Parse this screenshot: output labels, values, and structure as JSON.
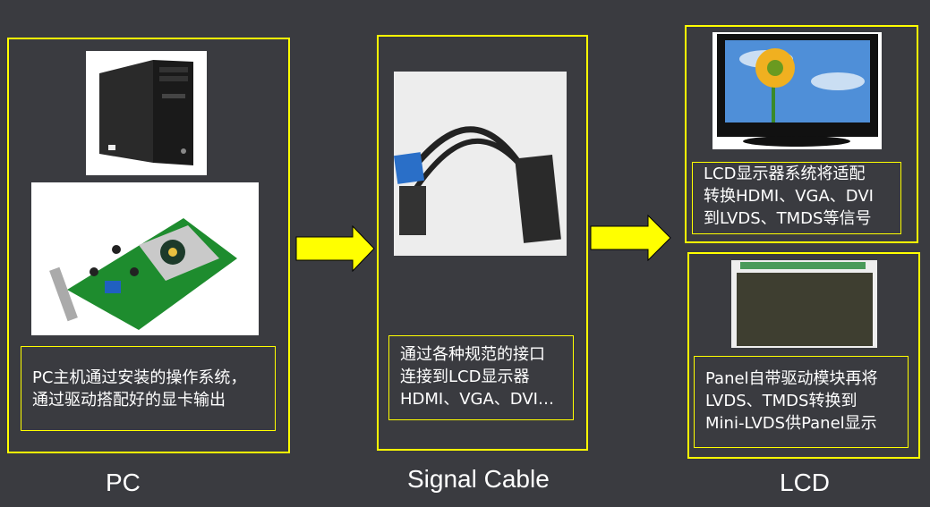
{
  "panels": {
    "pc": {
      "label": "PC",
      "description_lines": [
        "PC主机通过安装的操作系统，",
        "通过驱动搭配好的显卡输出"
      ],
      "images": [
        "desktop-tower-image",
        "graphics-card-image"
      ]
    },
    "cable": {
      "label": "Signal Cable",
      "description_lines": [
        "通过各种规范的接口",
        "连接到LCD显示器",
        "HDMI、VGA、DVI…"
      ],
      "images": [
        "signal-cable-image"
      ]
    },
    "lcd": {
      "label": "LCD",
      "monitor_description_lines": [
        "LCD显示器系统将适配",
        "转换HDMI、VGA、DVI",
        "到LVDS、TMDS等信号"
      ],
      "panel_description_lines": [
        "Panel自带驱动模块再将",
        "LVDS、TMDS转换到",
        "Mini-LVDS供Panel显示"
      ],
      "images": [
        "lcd-monitor-image",
        "lcd-panel-image"
      ]
    }
  },
  "colors": {
    "background": "#3a3b40",
    "accent": "#ffff00",
    "text": "#ffffff"
  }
}
